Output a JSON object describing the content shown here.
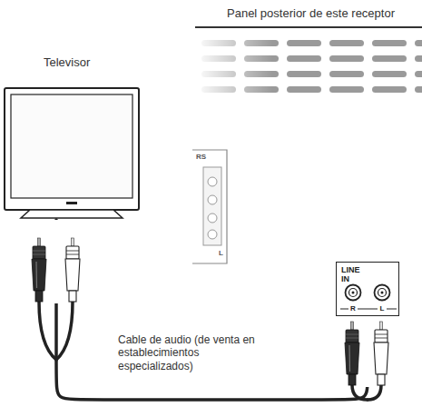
{
  "diagram": {
    "nodes": [
      {
        "text": [
          "Panel posterior de este receptor"
        ]
      },
      {
        "text": [
          "Televisor"
        ]
      },
      {
        "text": [
          "LINE IN",
          "R",
          "L"
        ],
        "in": 0
      }
    ],
    "edges": [
      {
        "from": 1,
        "to": 2,
        "arrow": "none",
        "label": "Cable de audio (de venta en establecimientos especializados)"
      }
    ],
    "labels": [
      "RS",
      "L"
    ]
  }
}
